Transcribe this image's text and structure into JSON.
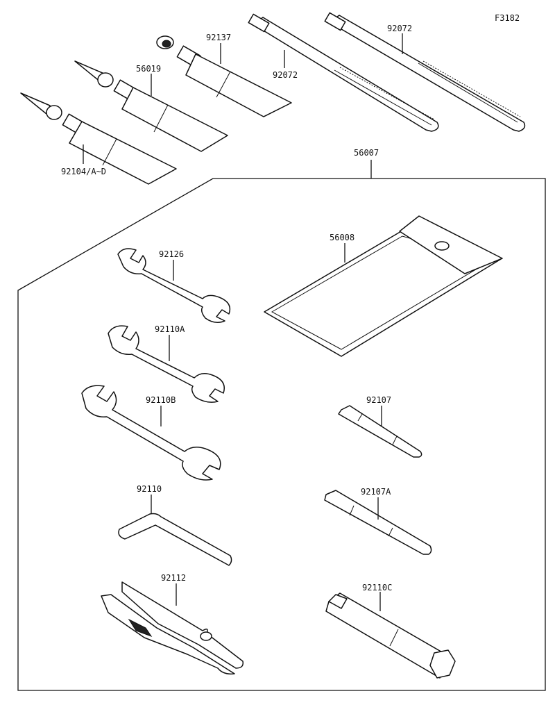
{
  "figure_code": "F3182",
  "callouts": {
    "kit": "56007",
    "pouch": "56008",
    "tie_tall": "92072",
    "tie_front": "92072",
    "tube_grease": "92137",
    "tube_mid": "56019",
    "tube_front": "92104/A~D",
    "wrench_top": "92126",
    "wrench_mid": "92110A",
    "wrench_big": "92110B",
    "hex_key": "92110",
    "pliers": "92112",
    "screwdriver": "92107",
    "screwdriver_long": "92107A",
    "box_spanner": "92110C"
  }
}
